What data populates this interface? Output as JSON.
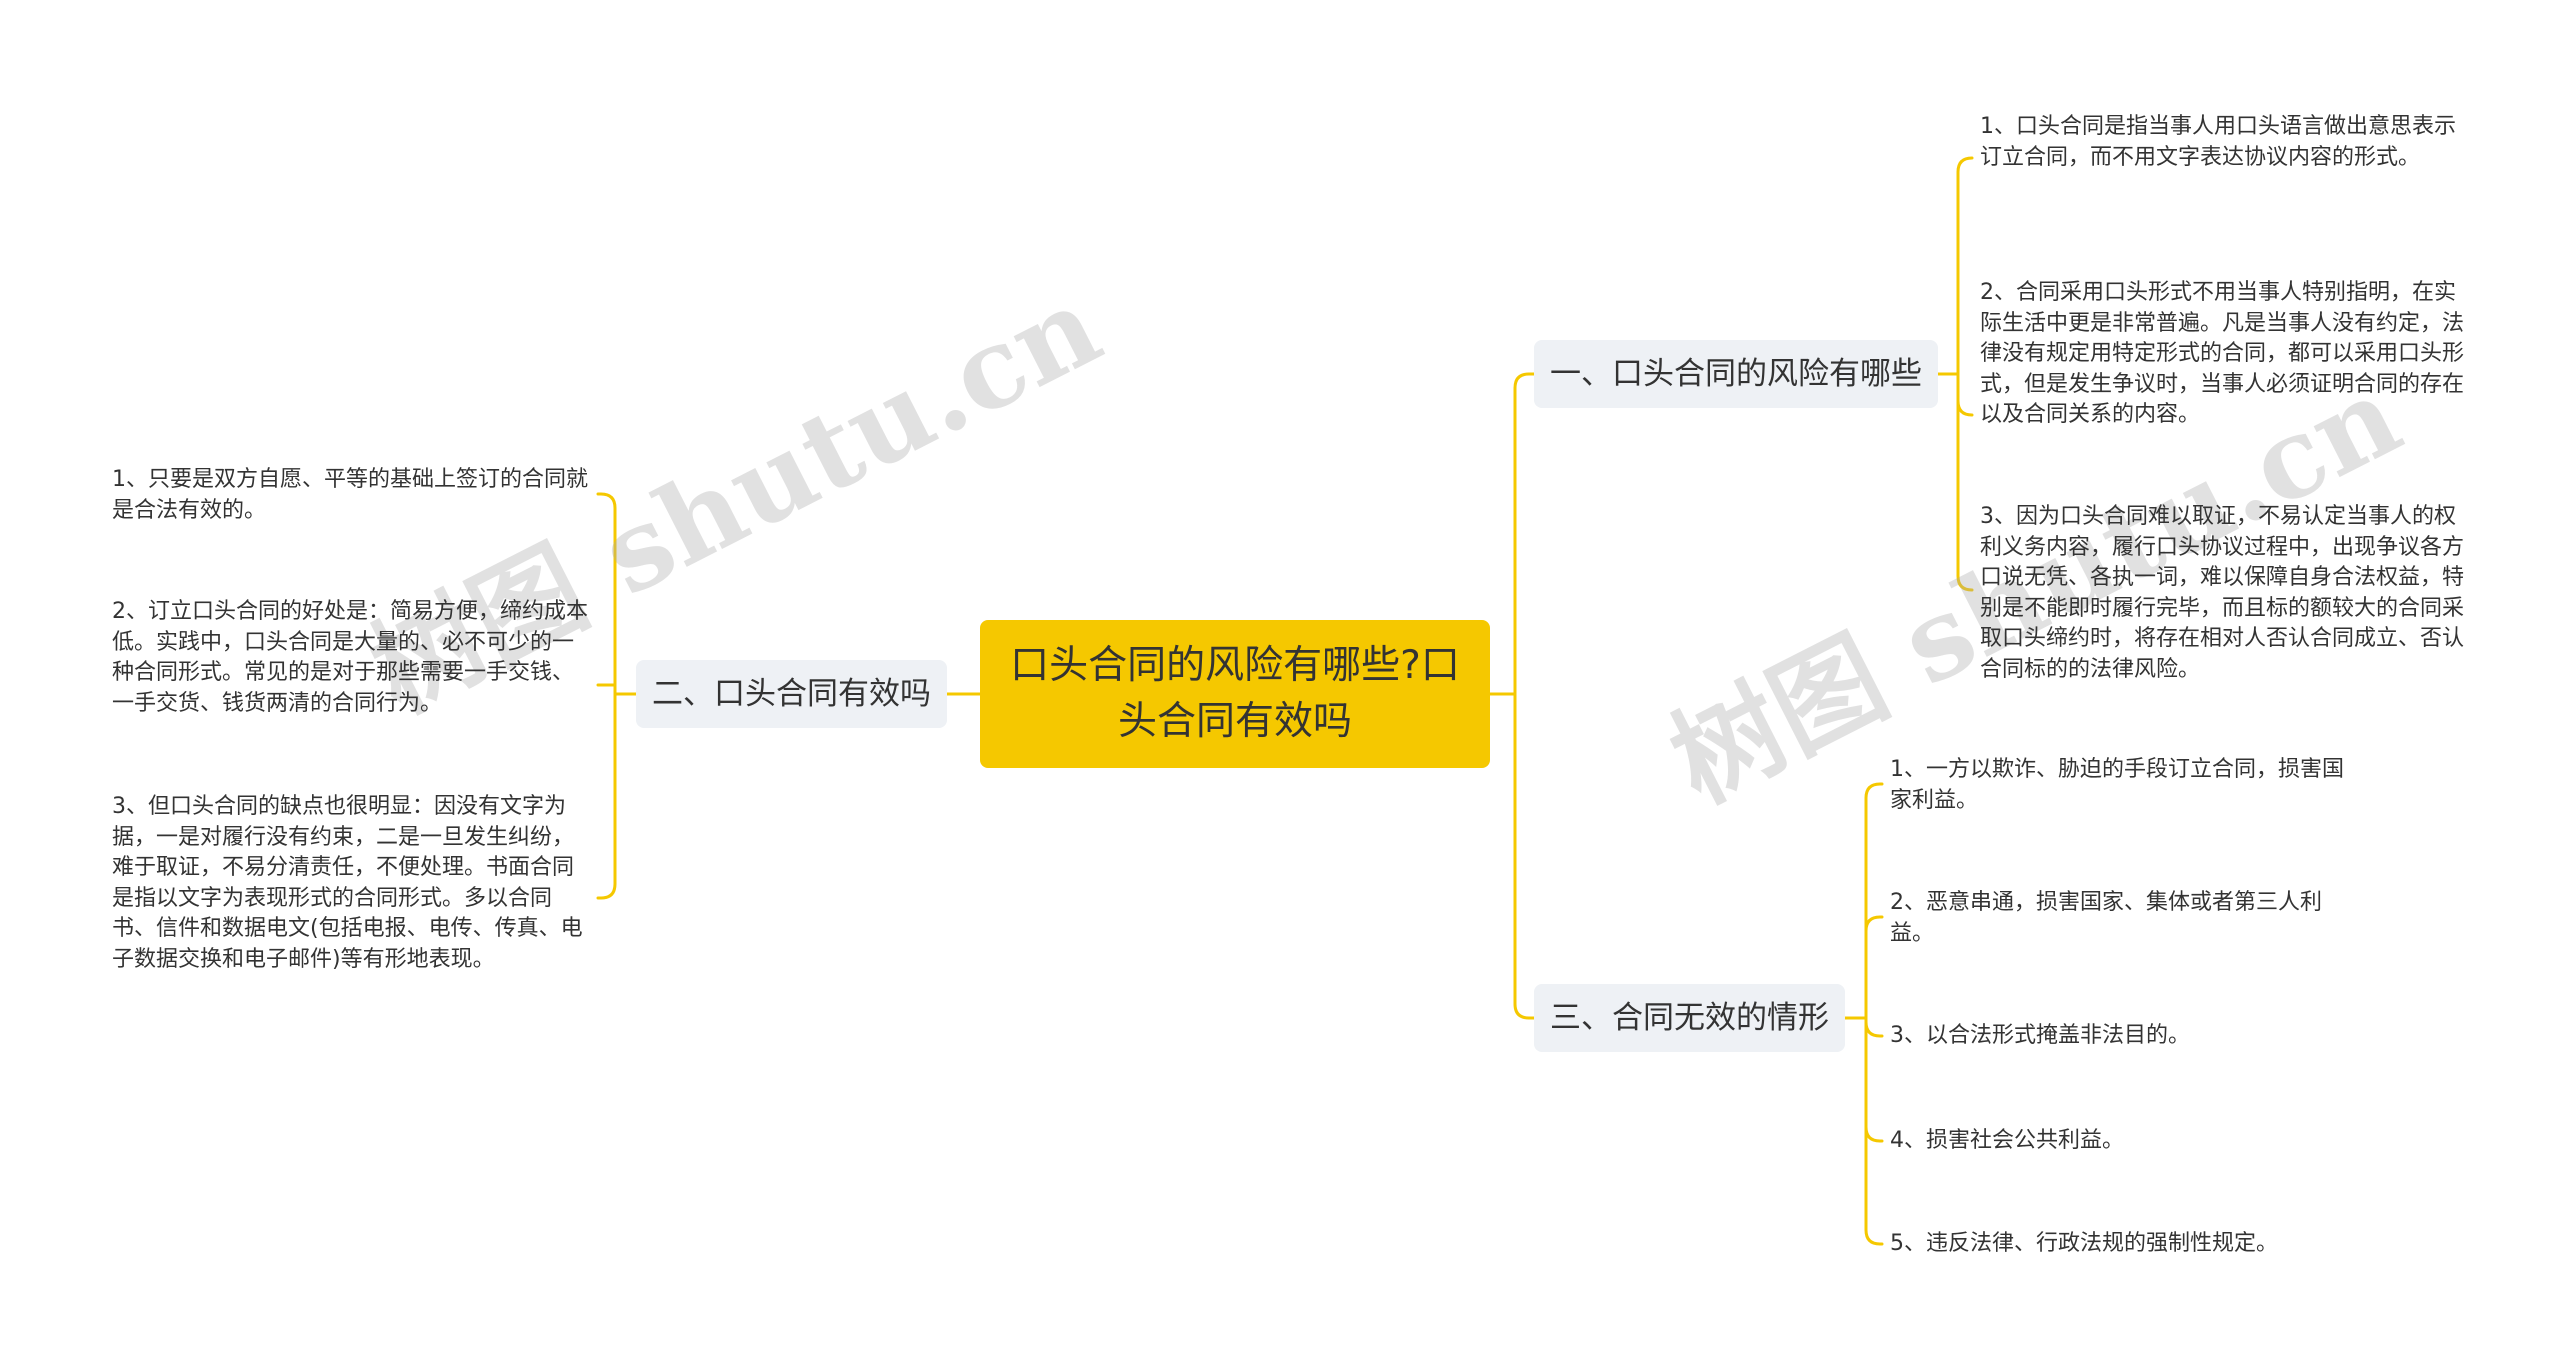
{
  "colors": {
    "accent": "#f5c800",
    "branch_bg": "#eef1f5",
    "line": "#f5c800",
    "text": "#333333"
  },
  "root": {
    "label": "口头合同的风险有哪些?口头合同有效吗"
  },
  "branches": [
    {
      "label": "一、口头合同的风险有哪些",
      "items": [
        "1、口头合同是指当事人用口头语言做出意思表示订立合同，而不用文字表达协议内容的形式。",
        "2、合同采用口头形式不用当事人特别指明，在实际生活中更是非常普遍。凡是当事人没有约定，法律没有规定用特定形式的合同，都可以采用口头形式，但是发生争议时，当事人必须证明合同的存在以及合同关系的内容。",
        "3、因为口头合同难以取证，不易认定当事人的权利义务内容，履行口头协议过程中，出现争议各方口说无凭、各执一词，难以保障自身合法权益，特别是不能即时履行完毕，而且标的额较大的合同采取口头缔约时，将存在相对人否认合同成立、否认合同标的的法律风险。"
      ]
    },
    {
      "label": "二、口头合同有效吗",
      "items": [
        "1、只要是双方自愿、平等的基础上签订的合同就是合法有效的。",
        "2、订立口头合同的好处是：简易方便，缔约成本低。实践中，口头合同是大量的、必不可少的一种合同形式。常见的是对于那些需要一手交钱、一手交货、钱货两清的合同行为。",
        "3、但口头合同的缺点也很明显：因没有文字为据，一是对履行没有约束，二是一旦发生纠纷，难于取证，不易分清责任，不便处理。书面合同是指以文字为表现形式的合同形式。多以合同书、信件和数据电文(包括电报、电传、传真、电子数据交换和电子邮件)等有形地表现。"
      ]
    },
    {
      "label": "三、合同无效的情形",
      "items": [
        "1、一方以欺诈、胁迫的手段订立合同，损害国家利益。",
        "2、恶意串通，损害国家、集体或者第三人利益。",
        "3、以合法形式掩盖非法目的。",
        "4、损害社会公共利益。",
        "5、违反法律、行政法规的强制性规定。"
      ]
    }
  ],
  "watermark": {
    "text": "树图 shutu.cn"
  }
}
